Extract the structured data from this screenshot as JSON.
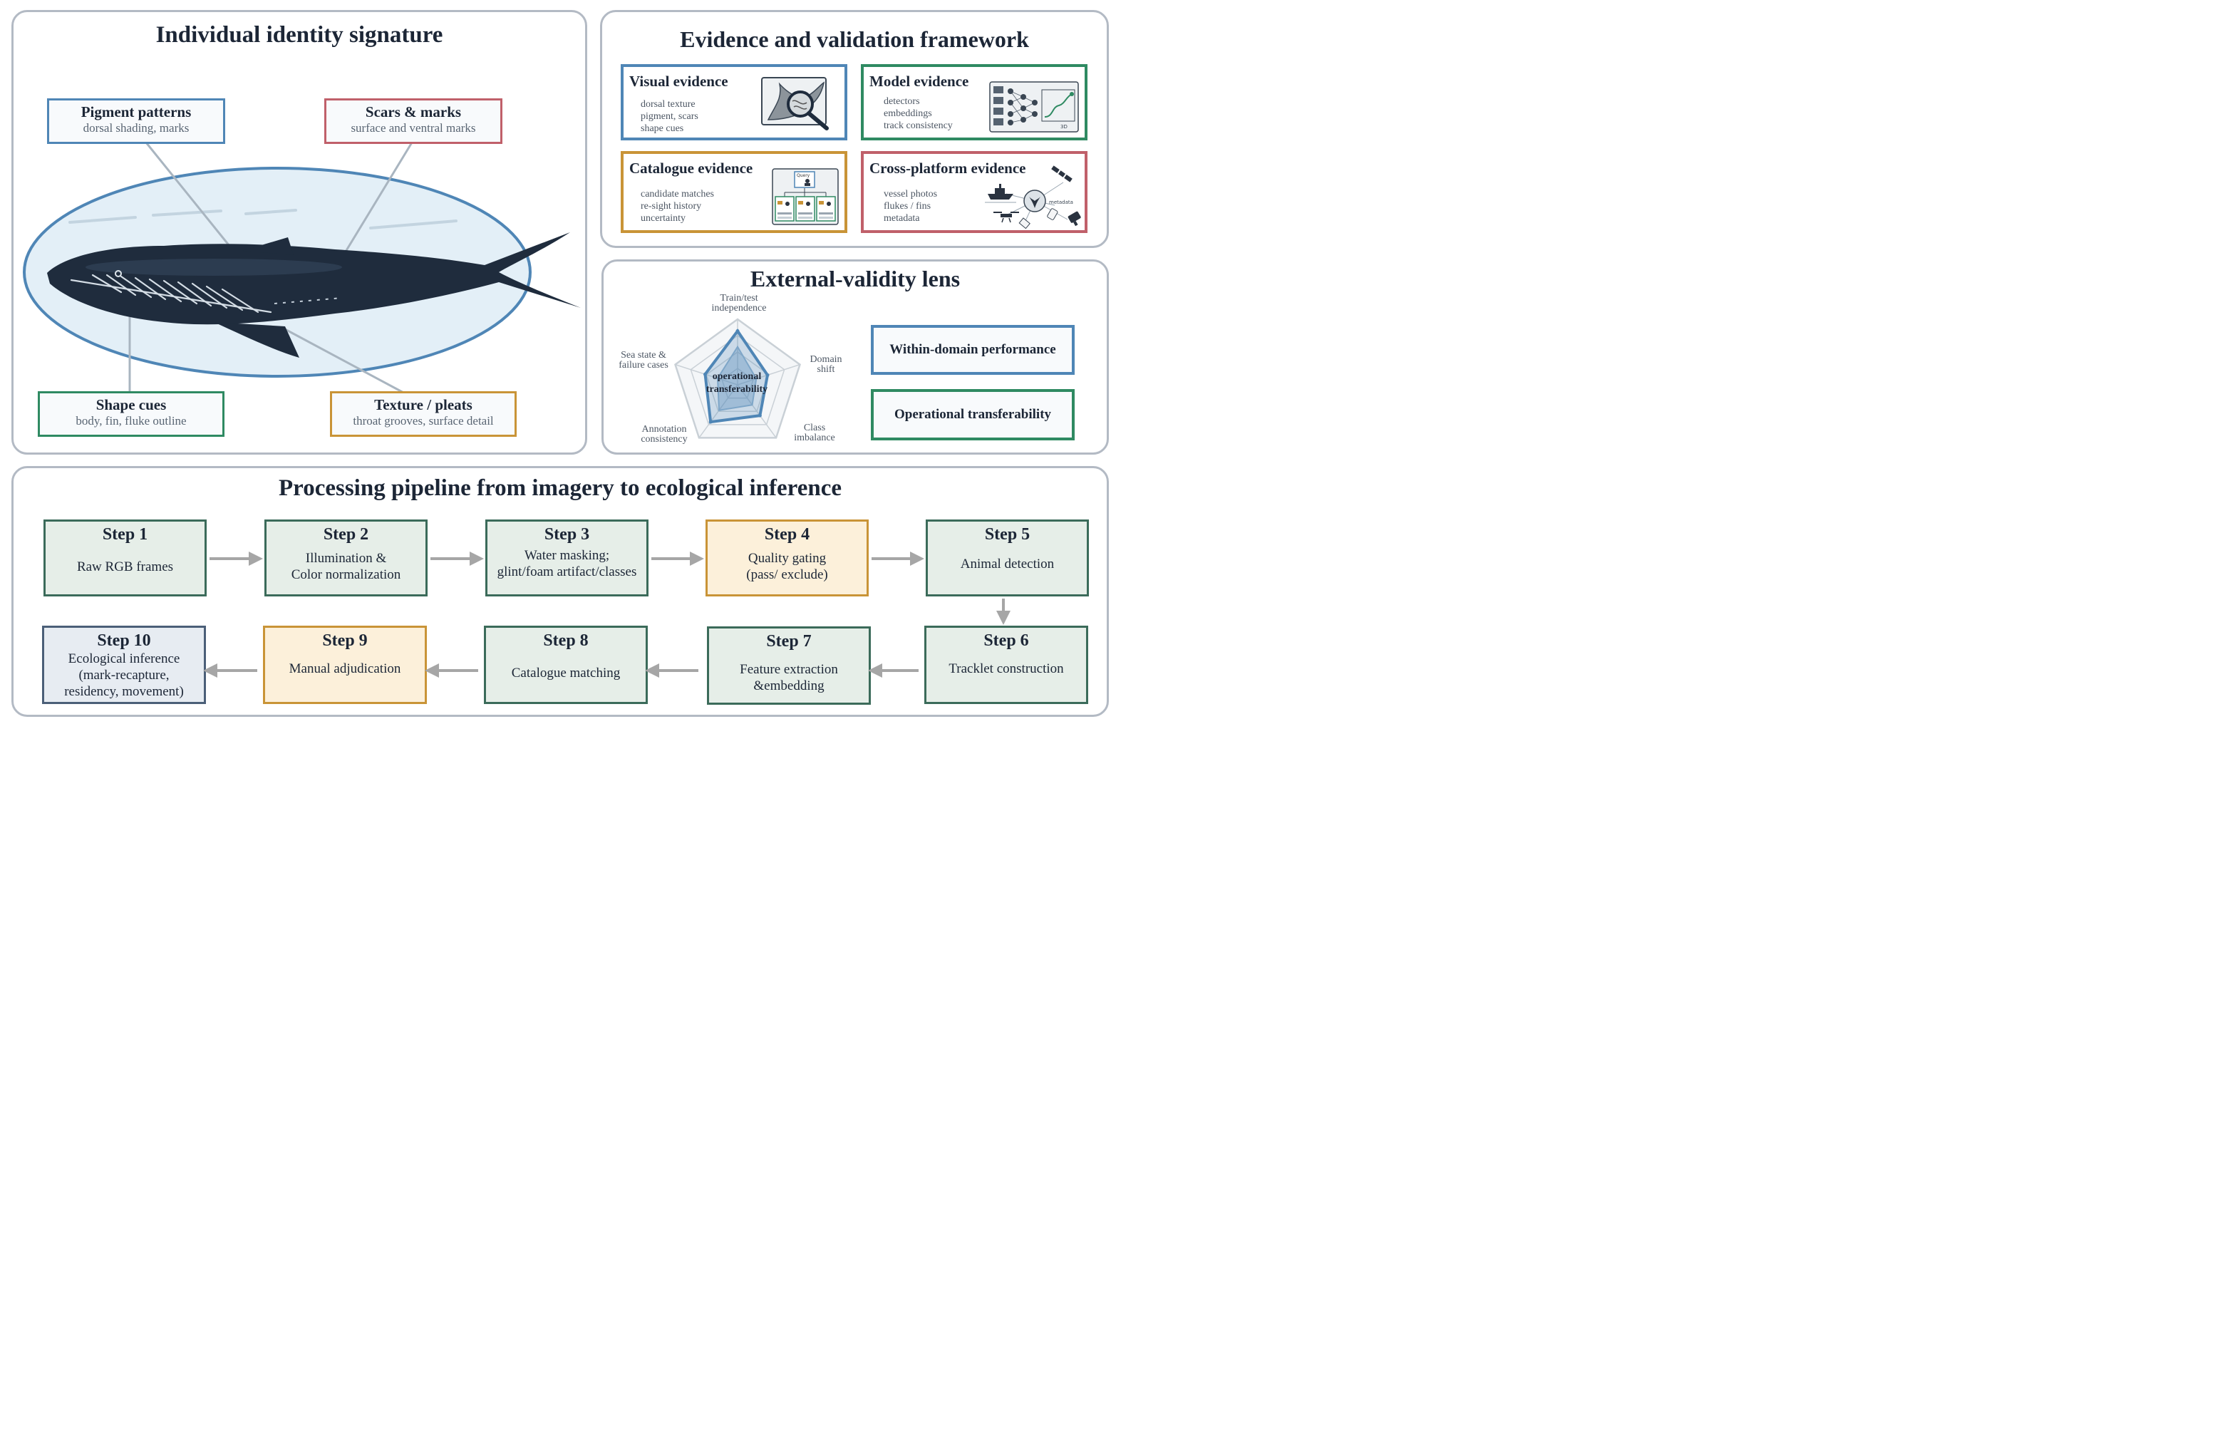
{
  "identity": {
    "title": "Individual identity signature",
    "pigment": {
      "title": "Pigment patterns",
      "sub": "dorsal shading, marks"
    },
    "scars": {
      "title": "Scars & marks",
      "sub": "surface and ventral marks"
    },
    "shape": {
      "title": "Shape cues",
      "sub": "body, fin, fluke outline"
    },
    "texture": {
      "title": "Texture / pleats",
      "sub": "throat grooves, surface detail"
    }
  },
  "evidence": {
    "title": "Evidence and validation framework",
    "visual": {
      "title": "Visual evidence",
      "lines": [
        "dorsal texture",
        "pigment, scars",
        "shape cues"
      ]
    },
    "model": {
      "title": "Model evidence",
      "lines": [
        "detectors",
        "embeddings",
        "track consistency"
      ],
      "icon_text": "3D"
    },
    "catalogue": {
      "title": "Catalogue evidence",
      "lines": [
        "candidate matches",
        "re-sight history",
        "uncertainty"
      ],
      "icon_query": "Query"
    },
    "cross": {
      "title": "Cross-platform evidence",
      "lines": [
        "vessel photos",
        "flukes / fins",
        "metadata"
      ],
      "icon_meta": "metadata"
    }
  },
  "validity": {
    "title": "External-validity lens",
    "axes": [
      {
        "l1": "Train/test",
        "l2": "independence"
      },
      {
        "l1": "Domain",
        "l2": "shift"
      },
      {
        "l1": "Class",
        "l2": "imbalance"
      },
      {
        "l1": "Annotation",
        "l2": "consistency"
      },
      {
        "l1": "Sea state &",
        "l2": "failure cases"
      }
    ],
    "center_l1": "operational",
    "center_l2": "transferability",
    "outer_values": [
      0.82,
      0.48,
      0.58,
      0.7,
      0.52
    ],
    "inner_values": [
      0.58,
      0.3,
      0.38,
      0.48,
      0.32
    ],
    "legend_within": "Within-domain performance",
    "legend_operational": "Operational transferability"
  },
  "pipeline": {
    "title": "Processing pipeline from imagery to ecological inference",
    "steps": [
      {
        "title": "Step 1",
        "l1": "Raw RGB frames",
        "l2": "",
        "l3": ""
      },
      {
        "title": "Step 2",
        "l1": "Illumination &",
        "l2": "Color normalization",
        "l3": ""
      },
      {
        "title": "Step 3",
        "l1": "Water masking;",
        "l2": "glint/foam artifact/classes",
        "l3": ""
      },
      {
        "title": "Step 4",
        "l1": "Quality gating",
        "l2": "(pass/ exclude)",
        "l3": ""
      },
      {
        "title": "Step 5",
        "l1": "Animal detection",
        "l2": "",
        "l3": ""
      },
      {
        "title": "Step 6",
        "l1": "Tracklet construction",
        "l2": "",
        "l3": ""
      },
      {
        "title": "Step 7",
        "l1": "Feature extraction",
        "l2": "&embedding",
        "l3": ""
      },
      {
        "title": "Step 8",
        "l1": "Catalogue matching",
        "l2": "",
        "l3": ""
      },
      {
        "title": "Step 9",
        "l1": "Manual adjudication",
        "l2": "",
        "l3": ""
      },
      {
        "title": "Step 10",
        "l1": "Ecological inference",
        "l2": "(mark-recapture,",
        "l3": "residency, movement)"
      }
    ]
  },
  "colors": {
    "blue": "#4f86b6",
    "red": "#c0606a",
    "green": "#2f8a62",
    "orange": "#c99437",
    "whale": "#1f2c3d",
    "ellipse_fill": "#e3eff7",
    "arrow": "#a6a6a6"
  }
}
